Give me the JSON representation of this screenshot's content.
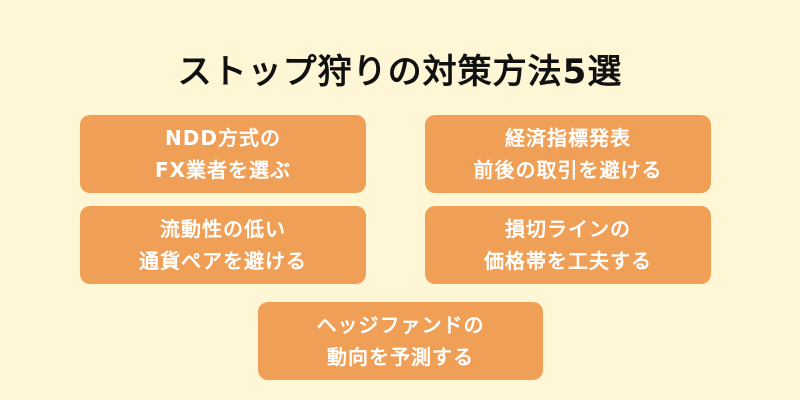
{
  "title": "ストップ狩りの対策方法5選",
  "cards": [
    {
      "line1": "NDD方式の",
      "line2": "FX業者を選ぶ"
    },
    {
      "line1": "経済指標発表",
      "line2": "前後の取引を避ける"
    },
    {
      "line1": "流動性の低い",
      "line2": "通貨ペアを避ける"
    },
    {
      "line1": "損切ラインの",
      "line2": "価格帯を工夫する"
    },
    {
      "line1": "ヘッジファンドの",
      "line2": "動向を予測する"
    }
  ],
  "colors": {
    "background": "#FEF6D5",
    "card": "#F0A056",
    "card_text": "#FFFFFF",
    "title_text": "#111111"
  }
}
